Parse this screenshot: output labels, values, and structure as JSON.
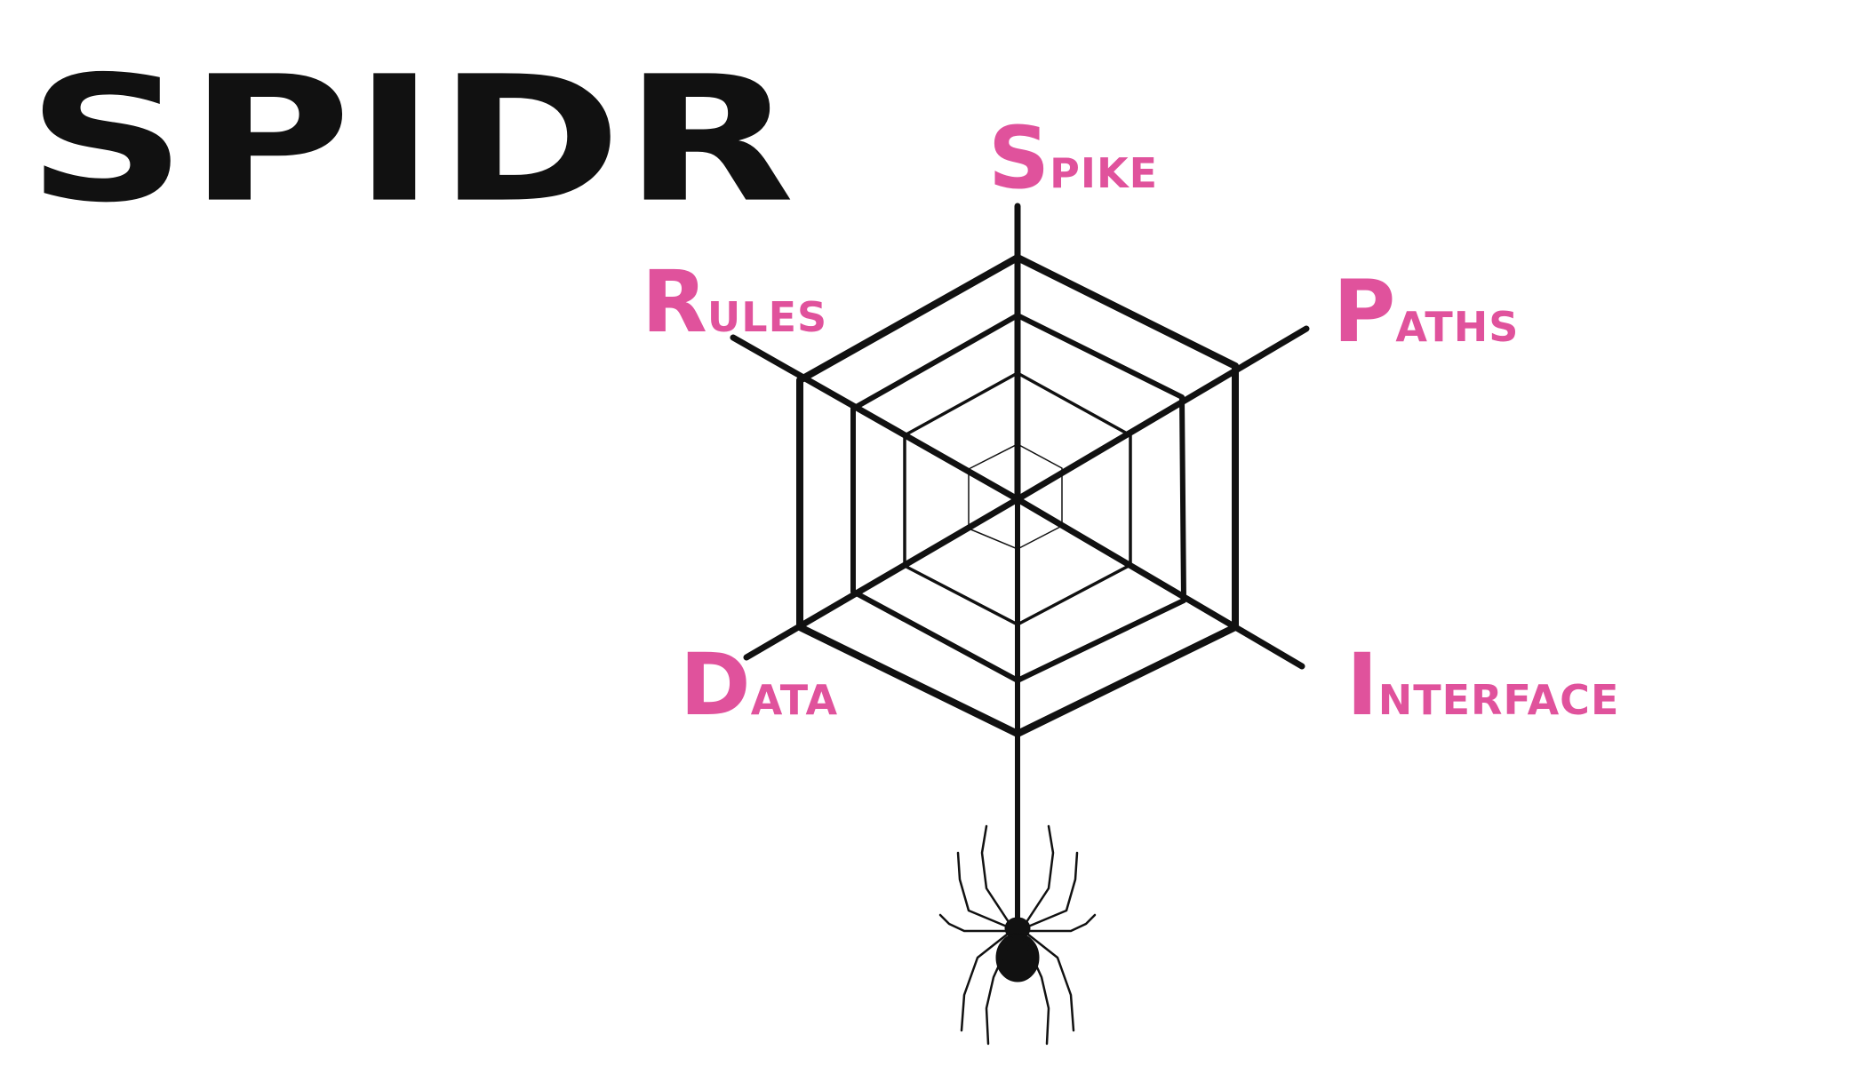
{
  "title": "SPIDR",
  "accent_color": "#e0529c",
  "labels": {
    "spike": {
      "initial": "S",
      "rest": "PIKE"
    },
    "paths": {
      "initial": "P",
      "rest": "ATHS"
    },
    "interface": {
      "initial": "I",
      "rest": "NTERFACE"
    },
    "data": {
      "initial": "D",
      "rest": "ATA"
    },
    "rules": {
      "initial": "R",
      "rest": "ULES"
    }
  },
  "illustration": {
    "web_rings": 4,
    "web_spokes": 6,
    "spider": "spider-icon"
  }
}
